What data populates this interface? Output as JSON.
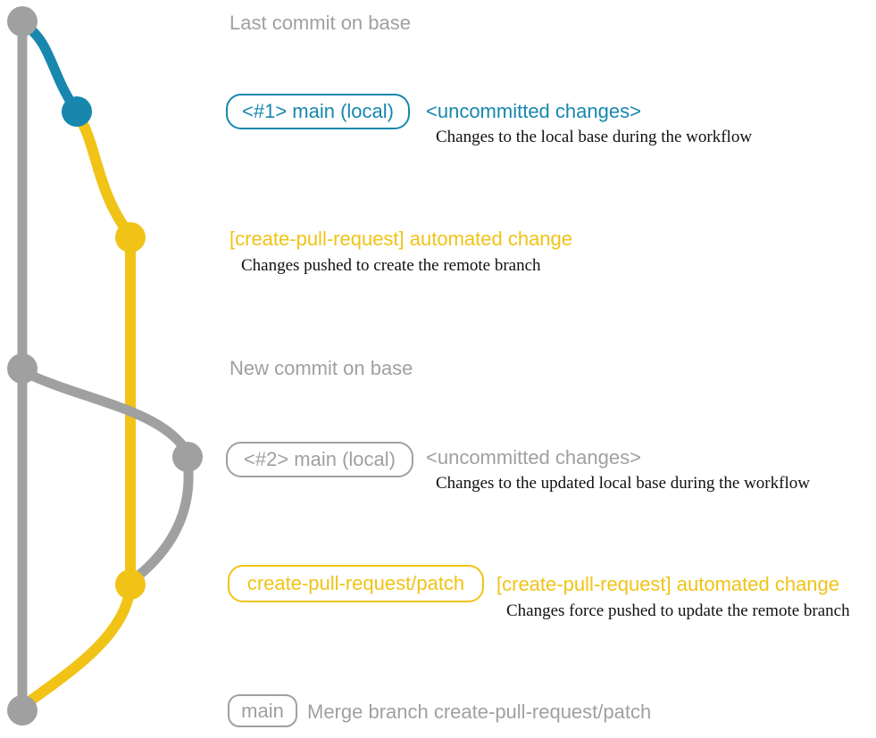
{
  "colors": {
    "gray": "#a0a0a0",
    "blue": "#1787ae",
    "yellow": "#f0c316",
    "ink": "#111111",
    "background": "#ffffff"
  },
  "graph": {
    "branches": [
      {
        "name": "base",
        "color": "#a0a0a0"
      },
      {
        "name": "local-main",
        "color": "#1787ae"
      },
      {
        "name": "create-pull-request/patch",
        "color": "#f0c316"
      }
    ],
    "commit_nodes": [
      {
        "name": "last-commit-on-base",
        "color": "#a0a0a0"
      },
      {
        "name": "uncommitted-changes-1",
        "color": "#1787ae"
      },
      {
        "name": "automated-change-1",
        "color": "#f0c316"
      },
      {
        "name": "new-commit-on-base",
        "color": "#a0a0a0"
      },
      {
        "name": "uncommitted-changes-2",
        "color": "#a0a0a0"
      },
      {
        "name": "automated-change-2",
        "color": "#f0c316"
      },
      {
        "name": "merge-commit",
        "color": "#a0a0a0"
      }
    ]
  },
  "rows": {
    "last_commit": {
      "label": "Last commit on base"
    },
    "commit1": {
      "badge": "<#1> main (local)",
      "note": "<uncommitted changes>",
      "desc": "Changes to the local base during the workflow"
    },
    "push1": {
      "title": "[create-pull-request] automated change",
      "desc": "Changes pushed to create the remote branch"
    },
    "new_commit": {
      "label": "New commit on base"
    },
    "commit2": {
      "badge": "<#2> main (local)",
      "note": "<uncommitted changes>",
      "desc": "Changes to the updated local base during the workflow"
    },
    "push2": {
      "badge": "create-pull-request/patch",
      "title": "[create-pull-request] automated change",
      "desc": "Changes force pushed to update the remote branch"
    },
    "merge": {
      "badge": "main",
      "label": "Merge branch create-pull-request/patch"
    }
  }
}
